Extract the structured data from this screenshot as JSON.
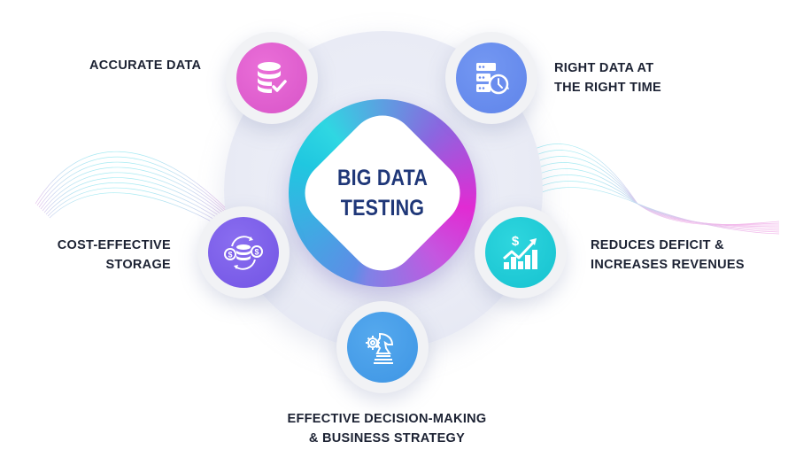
{
  "center": {
    "line1": "BIG DATA",
    "line2": "TESTING",
    "text_color": "#1f3778"
  },
  "nodes": [
    {
      "id": "accurate-data",
      "icon": "database-check-icon",
      "color": "#e05fcf",
      "label_lines": [
        "ACCURATE DATA"
      ]
    },
    {
      "id": "right-data-right-time",
      "icon": "server-clock-icon",
      "color": "#6a8cee",
      "label_lines": [
        "RIGHT DATA AT",
        "THE RIGHT TIME"
      ]
    },
    {
      "id": "cost-effective-storage",
      "icon": "database-money-cycle-icon",
      "color": "#7b5ee8",
      "label_lines": [
        "COST-EFFECTIVE",
        "STORAGE"
      ]
    },
    {
      "id": "reduces-deficit",
      "icon": "revenue-growth-chart-icon",
      "color": "#1fcad6",
      "label_lines": [
        "REDUCES DEFICIT &",
        "INCREASES REVENUES"
      ]
    },
    {
      "id": "effective-decision-making",
      "icon": "chess-knight-gear-icon",
      "color": "#4a9fe8",
      "label_lines": [
        "EFFECTIVE DECISION-MAKING",
        "& BUSINESS STRATEGY"
      ]
    }
  ]
}
